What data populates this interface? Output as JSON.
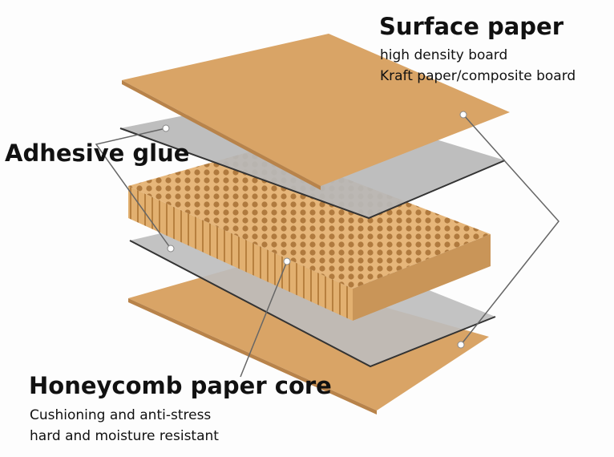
{
  "surface_paper": {
    "title": "Surface paper",
    "lines": [
      "high density board",
      "Kraft paper/composite board"
    ]
  },
  "adhesive_glue": {
    "title": "Adhesive glue"
  },
  "honeycomb_core": {
    "title": "Honeycomb paper core",
    "lines": [
      "Cushioning and anti-stress",
      "hard and moisture resistant"
    ]
  },
  "colors": {
    "paper": "#d9a466",
    "paper_edge": "#b8834a",
    "glue": "#b9b9b9",
    "honeycomb": "#e2b273",
    "leader": "#666666"
  }
}
